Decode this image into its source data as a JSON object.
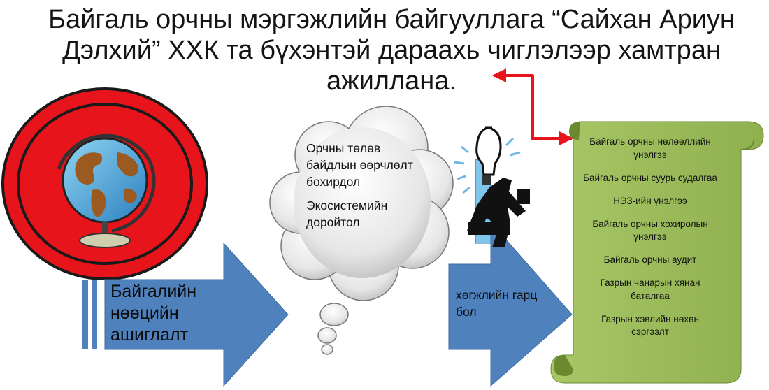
{
  "title": "Байгаль орчны мэргэжлийн байгууллага “Сайхан Ариун Дэлхий” ХХК та бүхэнтэй дараахь чиглэлээр хамтран ажиллана.",
  "left_arrow_label": "Байгалийн нөөцийн ашиглалт",
  "cloud_items": [
    "Орчны төлөв байдлын өөрчлөлт бохирдол",
    "Экосистемийн доройтол"
  ],
  "mid_arrow_label": "хөгжлийн гарц бол",
  "scroll_items": [
    "Байгаль орчны нөлөөллийн үнэлгээ",
    "Байгаль орчны суурь судалгаа",
    "НЭЗ-ийн үнэлгээ",
    "Байгаль орчны хохиролын үнэлгээ",
    "Байгаль орчны аудит",
    "Газрын чанарын хянан баталгаа",
    "Газрын хэвлийн нөхөн сэргээлт"
  ],
  "colors": {
    "arrow_blue": "#4f81bd",
    "scroll_green": "#9bbb59",
    "connector_red": "#e8141b",
    "globe_ring_red": "#e8141b",
    "cloud_gray": "#d9d9d9"
  },
  "icons": [
    "globe-icon",
    "thought-cloud",
    "lightbulb-businessman-icon",
    "scroll-banner"
  ]
}
